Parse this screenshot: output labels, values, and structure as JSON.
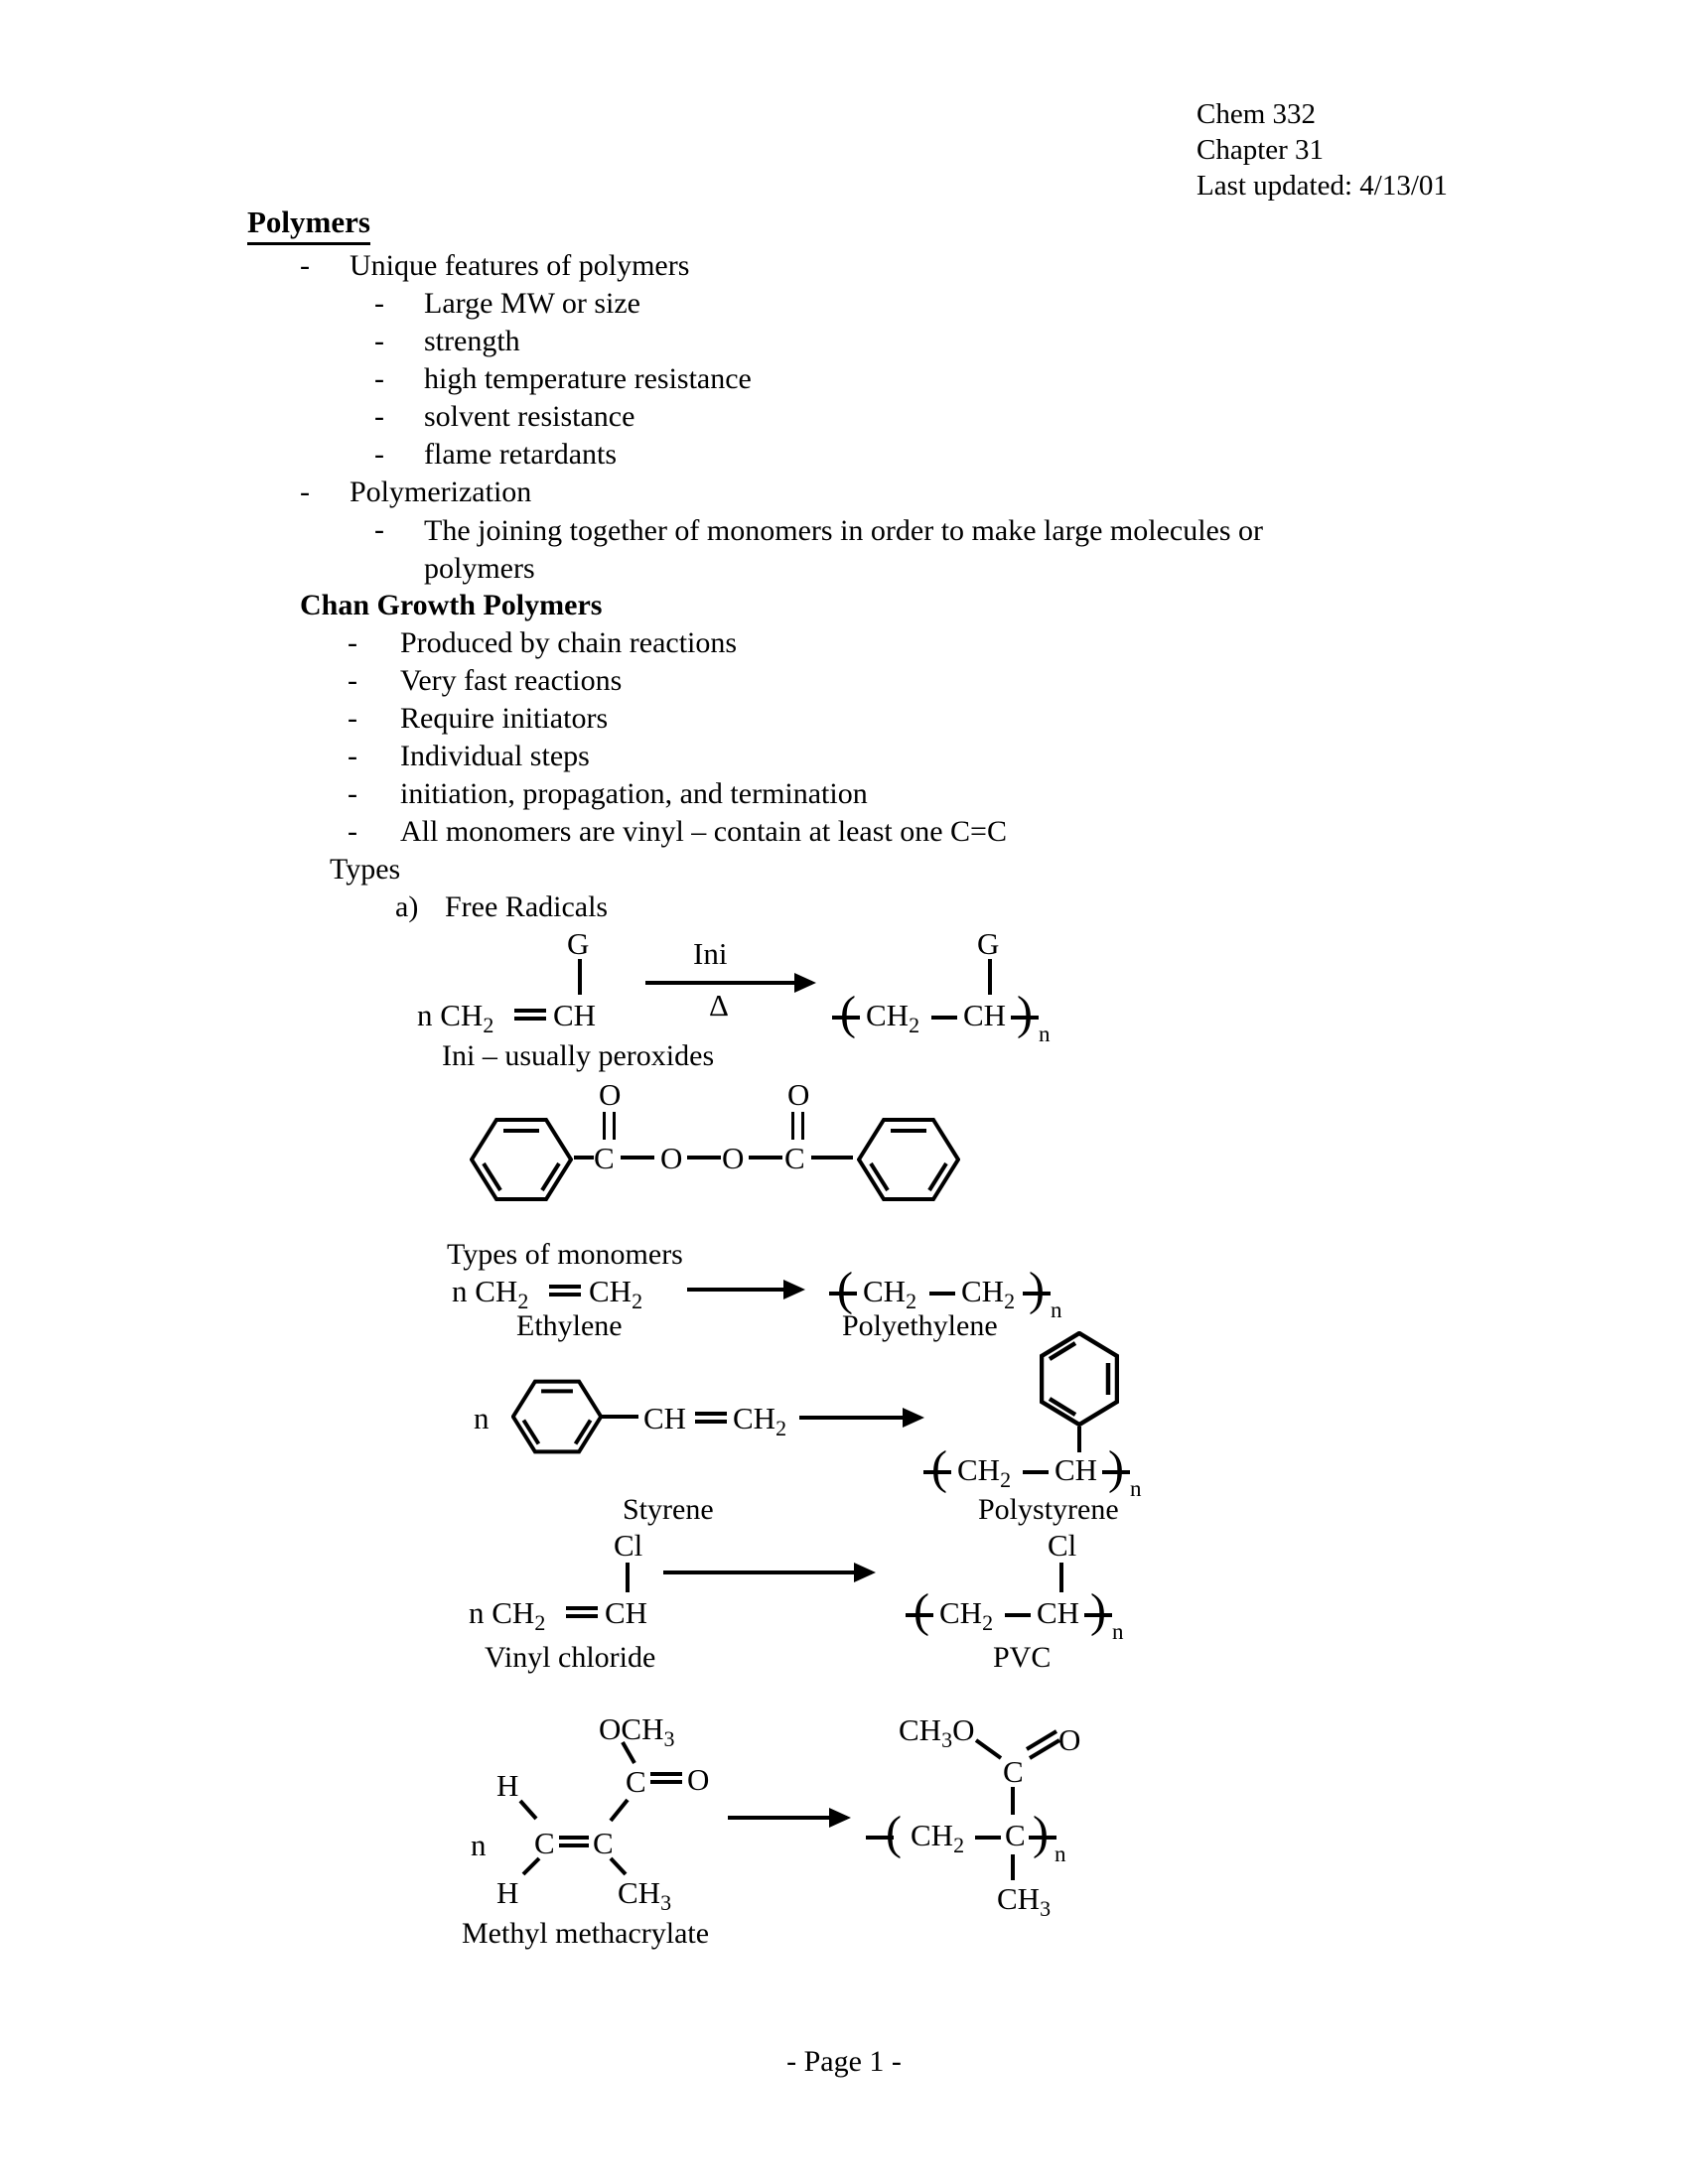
{
  "header": {
    "course": "Chem 332",
    "chapter": "Chapter 31",
    "updated": "Last updated: 4/13/01"
  },
  "title": "Polymers",
  "bullet": "-",
  "outline": {
    "unique_label": "Unique features of polymers",
    "unique_items": [
      "Large MW or size",
      "strength",
      "high temperature resistance",
      "solvent resistance",
      "flame retardants"
    ],
    "polymerization_label": "Polymerization",
    "polymerization_def": "The joining together of monomers in order to make large molecules or polymers"
  },
  "chain": {
    "heading": "Chan Growth Polymers",
    "items": [
      "Produced by chain reactions",
      "Very fast reactions",
      "Require initiators",
      "Individual steps",
      "initiation, propagation, and termination",
      "All monomers are vinyl – contain at least one C=C"
    ],
    "types_label": "Types",
    "type_a_marker": "a)",
    "type_a_label": "Free Radicals"
  },
  "generic": {
    "monomer_prefix": "n CH_2",
    "monomer_ch": "CH",
    "substituent": "G",
    "arrow_top": "Ini",
    "arrow_bottom": "Δ",
    "product": {
      "open": "(",
      "seg1": "CH_2",
      "seg2": "CH",
      "close": ")",
      "sub": "n",
      "substituent": "G"
    },
    "note": "Ini – usually peroxides"
  },
  "peroxide": {
    "o_top_left": "O",
    "c_left": "C",
    "o_left": "O",
    "o_right": "O",
    "c_right": "C",
    "o_top_right": "O"
  },
  "monomer_section": {
    "heading": "Types of monomers"
  },
  "ethylene": {
    "monomer_prefix": "n CH_2",
    "monomer_ch": "CH_2",
    "name": "Ethylene",
    "product": {
      "open": "(",
      "seg1": "CH_2",
      "seg2": "CH_2",
      "close": ")",
      "sub": "n"
    },
    "product_name": "Polyethylene"
  },
  "styrene": {
    "n": "n",
    "ch": "CH",
    "ch2": "CH_2",
    "name": "Styrene",
    "product": {
      "open": "(",
      "seg1": "CH_2",
      "seg2": "CH",
      "close": ")",
      "sub": "n"
    },
    "product_name": "Polystyrene"
  },
  "vinyl": {
    "cl": "Cl",
    "monomer_prefix": "n CH_2",
    "monomer_ch": "CH",
    "name": "Vinyl chloride",
    "product": {
      "open": "(",
      "seg1": "CH_2",
      "seg2": "CH",
      "close": ")",
      "sub": "n",
      "cl": "Cl"
    },
    "product_name": "PVC"
  },
  "mma": {
    "och3": "OCH_3",
    "h_top": "H",
    "h_bottom": "H",
    "n": "n",
    "c_left": "C",
    "c_right": "C",
    "carbonyl_c": "C",
    "carbonyl_o": "O",
    "ch3": "CH_3",
    "name": "Methyl methacrylate",
    "product": {
      "ch3o": "CH_3O",
      "carbonyl_c": "C",
      "carbonyl_o": "O",
      "open": "(",
      "seg1": "CH_2",
      "seg2": "C",
      "close": ")",
      "sub": "n",
      "ch3": "CH_3"
    }
  },
  "footer": "- Page 1 -"
}
